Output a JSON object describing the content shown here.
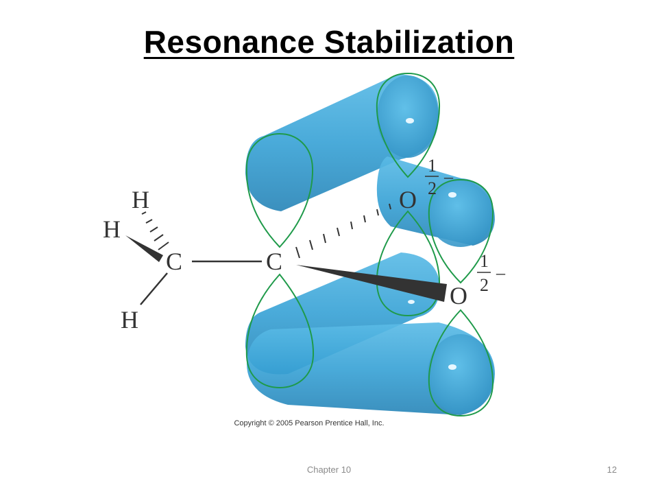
{
  "slide": {
    "title": "Resonance Stabilization",
    "footer_chapter": "Chapter 10",
    "page_number": "12"
  },
  "diagram": {
    "atoms": {
      "h_top": "H",
      "h_left": "H",
      "h_bottom": "H",
      "c_methyl": "C",
      "c_carbonyl": "C",
      "o_upper": "O",
      "o_lower": "O"
    },
    "charges": {
      "numerator": "1",
      "denominator": "2",
      "sign": "–"
    },
    "copyright": "Copyright © 2005 Pearson Prentice Hall, Inc."
  },
  "colors": {
    "orbital_fill": "#3aa3d6",
    "orbital_dark": "#2a86b8",
    "lobe_outline": "#1f9a4a",
    "bond": "#333333"
  }
}
